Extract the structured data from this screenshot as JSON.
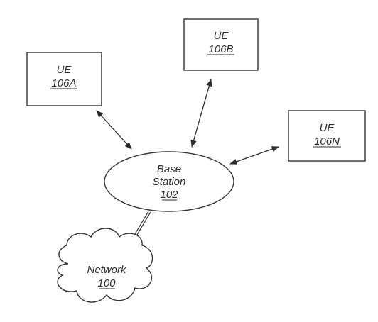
{
  "nodes": {
    "ue_a": {
      "name": "UE",
      "ref": "106A"
    },
    "ue_b": {
      "name": "UE",
      "ref": "106B"
    },
    "ue_n": {
      "name": "UE",
      "ref": "106N"
    },
    "base_station": {
      "name_line1": "Base",
      "name_line2": "Station",
      "ref": "102"
    },
    "network": {
      "name": "Network",
      "ref": "100"
    }
  },
  "colors": {
    "stroke": "#333333",
    "text": "#2b2b2b",
    "background": "#ffffff"
  }
}
